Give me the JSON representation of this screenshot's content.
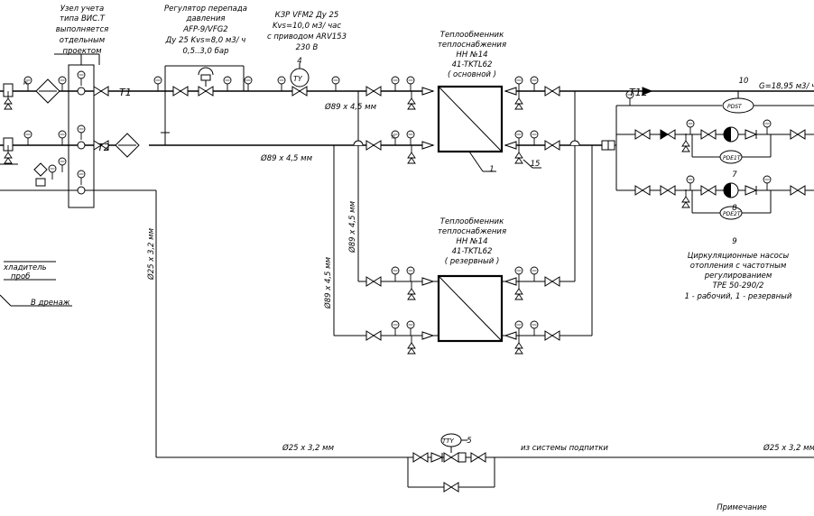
{
  "colors": {
    "line": "#000000",
    "background": "#ffffff"
  },
  "labels": {
    "meter_node": [
      "Узел учета",
      "типа ВИС.Т",
      "выполняется",
      "отдельным",
      "проектом"
    ],
    "regulator": [
      "Регулятор перепада",
      "давления",
      "AFP-9/VFG2",
      "Ду 25 Kvs=8,0  м3/ ч",
      "0,5..3,0  бар"
    ],
    "valve_kzr": [
      "КЗР  VFM2  Ду 25",
      "Kvs=10,0  м3/ час",
      "с приводом  ARV153",
      "230 В"
    ],
    "hx_main": [
      "Теплообменник",
      "теплоснабжения",
      "НН №14",
      "41-TKTL62",
      "( основной )"
    ],
    "hx_reserve": [
      "Теплообменник",
      "теплоснабжения",
      "НН №14",
      "41-TKTL62",
      "( резервный )"
    ],
    "pumps": [
      "Циркуляционные насосы",
      "отопления с частотным",
      "регулированием",
      "TPE  50-290/2",
      "1 -  рабочий,  1 -  резервный"
    ],
    "flow_g": "G=18,95  м3/ ч",
    "pipe_t1": "Т1",
    "pipe_t2": "Т2",
    "pipe_t12": "Т12",
    "d89_a": "Ø89 x 4,5  мм",
    "d89_b": "Ø89 x 4,5  мм",
    "d89_v1": "Ø89 x 4,5  мм",
    "d89_v2": "Ø89 x 4,5  мм",
    "d25_v": "Ø25 x 3,2  мм",
    "d25_a": "Ø25 x 3,2  мм",
    "d25_b": "Ø25 x 3,2  мм",
    "makeup": "из системы подпитки",
    "cooler": "хладитель",
    "prob": "проб",
    "drain": "В дренаж",
    "note": "Примечание",
    "pos_1": "1",
    "pos_4": "4",
    "pos_5": "5",
    "pos_7": "7",
    "pos_8": "8",
    "pos_9": "9",
    "pos_10": "10",
    "pos_15": "15",
    "tag_ty": "TY",
    "tag_tty": "TTY",
    "tag_pdst": "PDST",
    "tag_pdet1": "PDE1T",
    "tag_pdet2": "PDE2T",
    "tag_pi": "PI",
    "tag_ti": "TI"
  }
}
